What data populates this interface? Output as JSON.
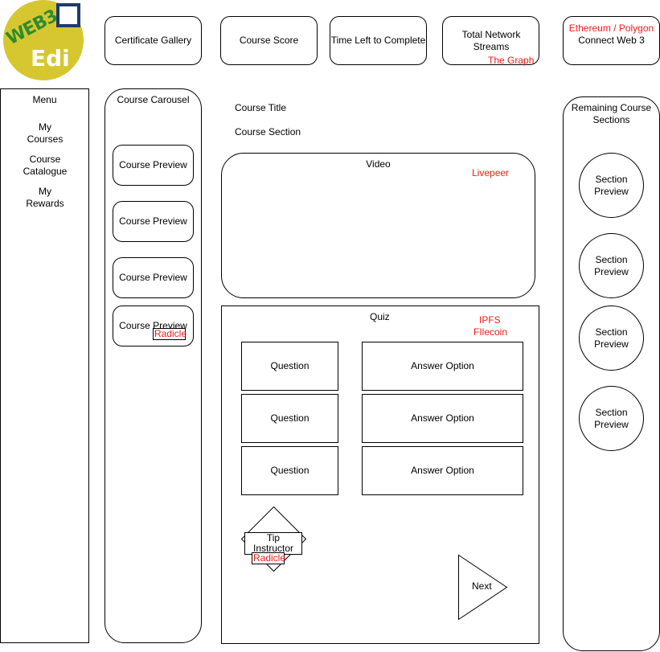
{
  "logo": {
    "top_text": "WEB3",
    "bottom_text": "Edi",
    "colors": {
      "yellow": "#d6c731",
      "green": "#2e8b2e",
      "navy": "#1d3b6e"
    }
  },
  "topbar": {
    "certificate_gallery": "Certificate Gallery",
    "course_score": "Course Score",
    "time_left": "Time Left to Complete",
    "network_streams": "Total Network Streams",
    "network_streams_tech": "The Graph",
    "wallet_tech": "Ethereum / Polygon",
    "wallet_label": "Connect Web 3"
  },
  "menu": {
    "title": "Menu",
    "items": [
      {
        "label": "My Courses"
      },
      {
        "label": "Course Catalogue"
      },
      {
        "label": "My Rewards"
      }
    ]
  },
  "carousel": {
    "title": "Course Carousel",
    "previews": [
      "Course Preview",
      "Course Preview",
      "Course Preview",
      "Course Preview"
    ],
    "tech": "Radicle"
  },
  "main": {
    "course_title": "Course Title",
    "course_section": "Course Section",
    "video_label": "Video",
    "video_tech": "Livepeer",
    "quiz_label": "Quiz",
    "quiz_tech_1": "IPFS",
    "quiz_tech_2": "FIlecoin",
    "questions": [
      "Question",
      "Question",
      "Question"
    ],
    "answers": [
      "Answer Option",
      "Answer Option",
      "Answer Option"
    ],
    "tip_label": "Tip Instructor",
    "tip_tech": "Radicle",
    "next_label": "Next"
  },
  "sections": {
    "title": "Remaining Course Sections",
    "previews": [
      "Section Preview",
      "Section Preview",
      "Section Preview",
      "Section Preview"
    ]
  },
  "colors": {
    "annotation": "#e8201a",
    "stroke": "#000000"
  }
}
